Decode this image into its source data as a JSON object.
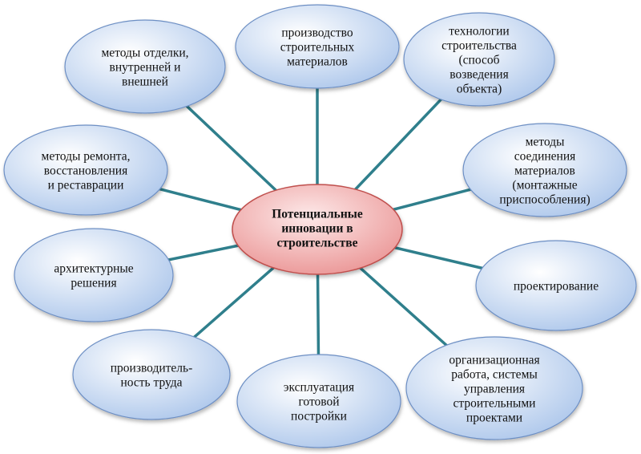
{
  "center": {
    "lines": [
      "Потенциальные",
      "инновации в",
      "строительстве"
    ]
  },
  "nodes": [
    {
      "id": "production-materials",
      "lines": [
        "производство",
        "строительных",
        "материалов"
      ]
    },
    {
      "id": "construction-tech",
      "lines": [
        "технологии",
        "строительства",
        "(способ",
        "возведения",
        "объекта)"
      ]
    },
    {
      "id": "joining-methods",
      "lines": [
        "методы",
        "соединения",
        "материалов",
        "(монтажные",
        "приспособления)"
      ]
    },
    {
      "id": "design",
      "lines": [
        "проектирование"
      ]
    },
    {
      "id": "org-work",
      "lines": [
        "организационная",
        "работа, системы",
        "управления",
        "строительными",
        "проектами"
      ]
    },
    {
      "id": "operation",
      "lines": [
        "эксплуатация",
        "готовой",
        "постройки"
      ]
    },
    {
      "id": "productivity",
      "lines": [
        "производитель-",
        "ность труда"
      ]
    },
    {
      "id": "architecture",
      "lines": [
        "архитектурные",
        "решения"
      ]
    },
    {
      "id": "repair-methods",
      "lines": [
        "методы ремонта,",
        "восстановления",
        "и реставрации"
      ]
    },
    {
      "id": "finishing-methods",
      "lines": [
        "методы отделки,",
        "внутренней и",
        "внешней"
      ]
    }
  ],
  "colors": {
    "connector": "#2f7f8c",
    "node_fill_light": "#ffffff",
    "node_fill_dark": "#a9c4ea",
    "node_stroke": "#6d8fc4",
    "center_fill_light": "#fde9e9",
    "center_fill_dark": "#e98f8f",
    "center_stroke": "#c0504d"
  }
}
